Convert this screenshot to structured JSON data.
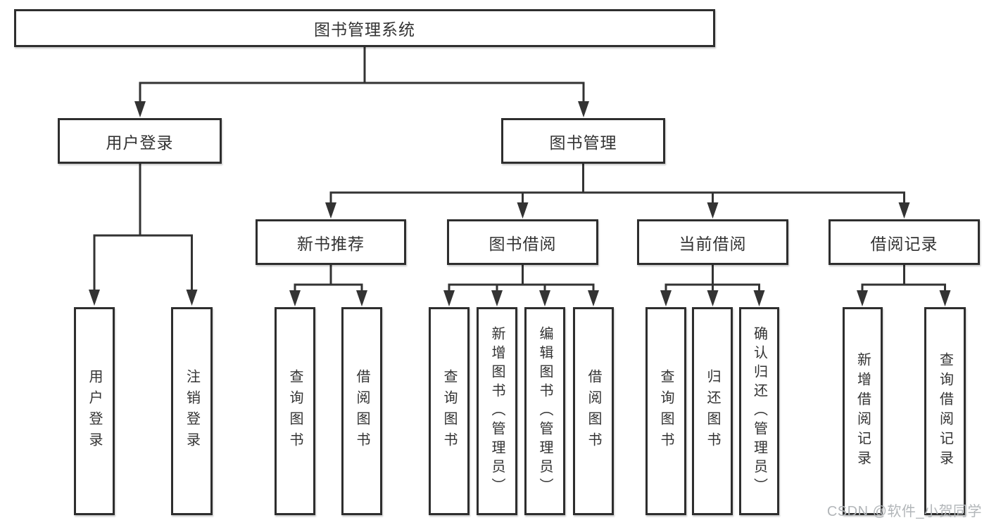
{
  "page": {
    "background": "#ffffff",
    "line_color": "#333333",
    "box_border_color": "#2e2e2e",
    "text_color": "#333333",
    "watermark_color": "#b2b6b9"
  },
  "diagram": {
    "root": {
      "label": "图书管理系统"
    },
    "level2": [
      {
        "label": "用户登录"
      },
      {
        "label": "图书管理"
      }
    ],
    "level3": [
      {
        "label": "新书推荐"
      },
      {
        "label": "图书借阅"
      },
      {
        "label": "当前借阅"
      },
      {
        "label": "借阅记录"
      }
    ],
    "leaves": [
      {
        "label": "用户登录"
      },
      {
        "label": "注销登录"
      },
      {
        "label": "查询图书"
      },
      {
        "label": "借阅图书"
      },
      {
        "label": "查询图书"
      },
      {
        "label": "新增图书（管理员）"
      },
      {
        "label": "编辑图书（管理员）"
      },
      {
        "label": "借阅图书"
      },
      {
        "label": "查询图书"
      },
      {
        "label": "归还图书"
      },
      {
        "label": "确认归还（管理员）"
      },
      {
        "label": "新增借阅记录"
      },
      {
        "label": "查询借阅记录"
      }
    ],
    "watermark": "CSDN @软件_小贺同学"
  }
}
